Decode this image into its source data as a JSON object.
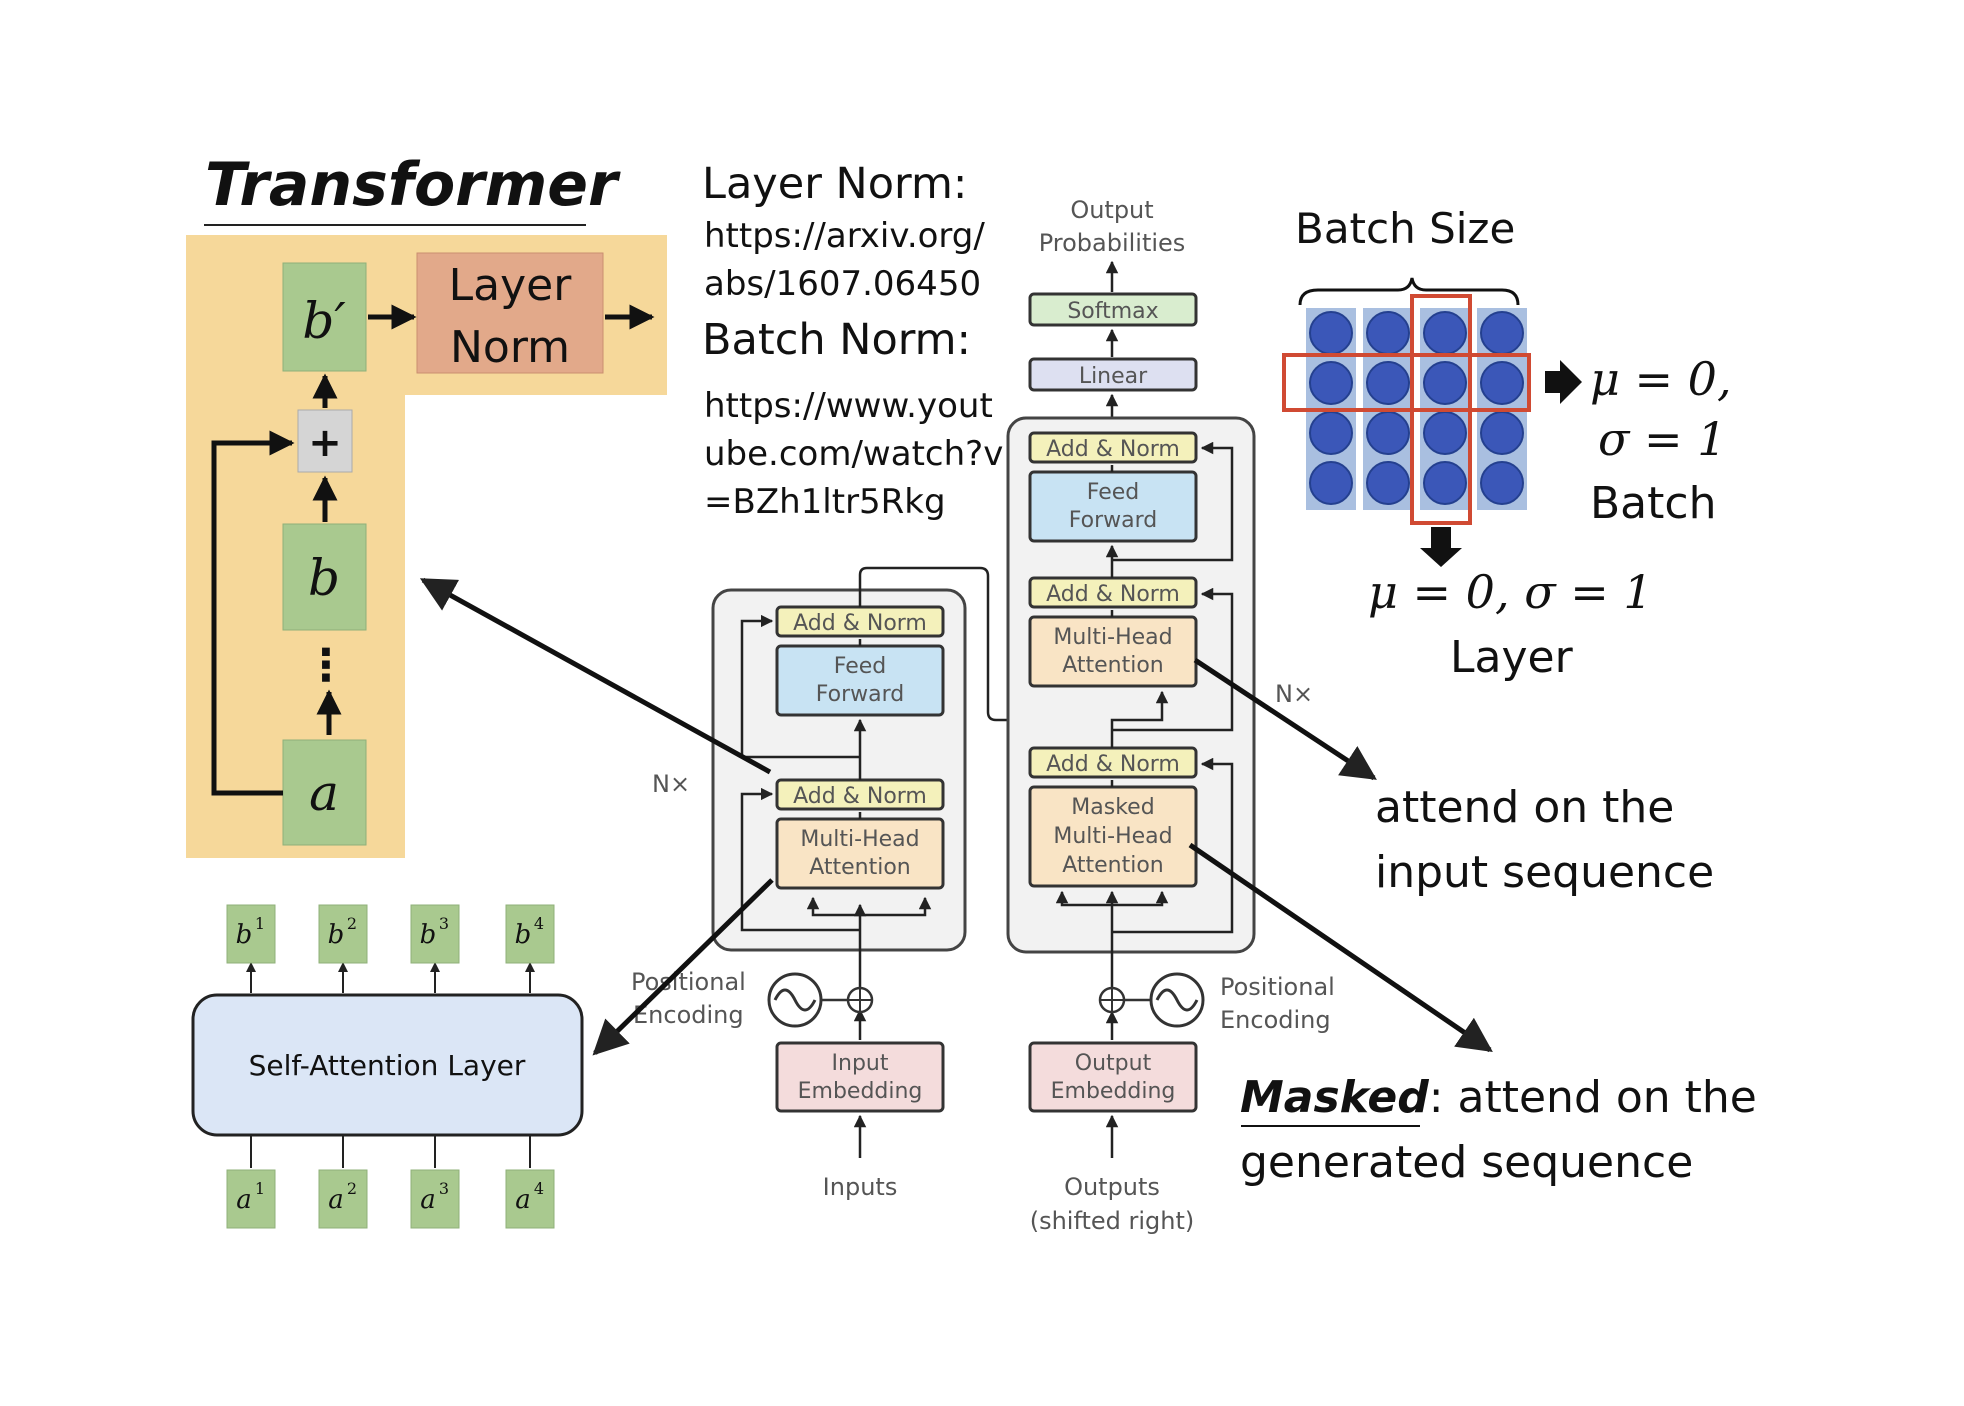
{
  "title": "Transformer",
  "residual_block": {
    "b_prime": "b′",
    "layer_norm": [
      "Layer",
      "Norm"
    ],
    "plus": "+",
    "b": "b",
    "dots": "⋮",
    "a": "a"
  },
  "self_attention": {
    "label": "Self-Attention Layer",
    "outputs": [
      {
        "base": "b",
        "sup": "1"
      },
      {
        "base": "b",
        "sup": "2"
      },
      {
        "base": "b",
        "sup": "3"
      },
      {
        "base": "b",
        "sup": "4"
      }
    ],
    "inputs": [
      {
        "base": "a",
        "sup": "1"
      },
      {
        "base": "a",
        "sup": "2"
      },
      {
        "base": "a",
        "sup": "3"
      },
      {
        "base": "a",
        "sup": "4"
      }
    ]
  },
  "references": {
    "layer_norm_heading": "Layer Norm:",
    "layer_norm_url": [
      "https://arxiv.org/",
      "abs/1607.06450"
    ],
    "batch_norm_heading": "Batch Norm:",
    "batch_norm_url": [
      "https://www.yout",
      "ube.com/watch?v",
      "=BZh1ltr5Rkg"
    ]
  },
  "encoder": {
    "nx": "N×",
    "add_norm_top": "Add & Norm",
    "feed_forward": [
      "Feed",
      "Forward"
    ],
    "add_norm_bottom": "Add & Norm",
    "attention": [
      "Multi-Head",
      "Attention"
    ],
    "positional_encoding": [
      "Positional",
      "Encoding"
    ],
    "embedding": [
      "Input",
      "Embedding"
    ],
    "inputs_label": "Inputs"
  },
  "decoder": {
    "nx": "N×",
    "output_probabilities": [
      "Output",
      "Probabilities"
    ],
    "softmax": "Softmax",
    "linear": "Linear",
    "add_norm_1": "Add & Norm",
    "feed_forward": [
      "Feed",
      "Forward"
    ],
    "add_norm_2": "Add & Norm",
    "cross_attention": [
      "Multi-Head",
      "Attention"
    ],
    "add_norm_3": "Add & Norm",
    "masked_attention": [
      "Masked",
      "Multi-Head",
      "Attention"
    ],
    "positional_encoding": [
      "Positional",
      "Encoding"
    ],
    "embedding": [
      "Output",
      "Embedding"
    ],
    "outputs_label": [
      "Outputs",
      "(shifted right)"
    ]
  },
  "norm_grid": {
    "batch_size_label": "Batch Size",
    "batch_stats": [
      "μ = 0,",
      "σ = 1"
    ],
    "batch_label": "Batch",
    "layer_stats": "μ = 0, σ = 1",
    "layer_label": "Layer"
  },
  "annotations": {
    "cross": [
      "attend on the",
      "input sequence"
    ],
    "masked_emphasis": "Masked",
    "masked_rest": ": attend on the",
    "masked_line2": "generated sequence"
  },
  "colors": {
    "orange_panel": "#f6d89a",
    "green_box": "#a9c98f",
    "layer_norm_box": "#e2a98a",
    "add_norm": "#f4f1bb",
    "feed_forward": "#c8e3f3",
    "attention": "#f9e4c5",
    "embedding": "#f4dcdc",
    "softmax": "#d9edcf",
    "linear": "#dde0f1",
    "self_attention_box": "#dbe6f6",
    "grid_column": "#a9bfe0",
    "grid_dot": "#3b57b8",
    "grid_highlight": "#d04a33"
  }
}
